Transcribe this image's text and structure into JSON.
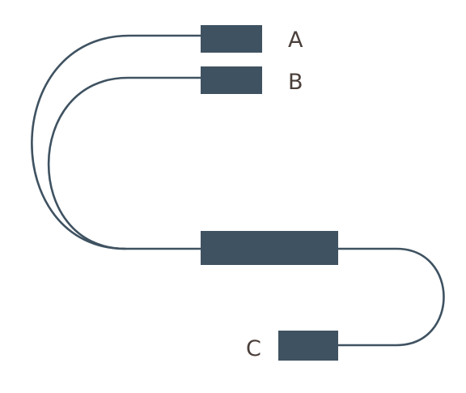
{
  "labels": {
    "a": "A",
    "b": "B",
    "c": "C"
  },
  "colors": {
    "block": "#3f5261",
    "wire": "#3f5261",
    "label": "#4a3f3a",
    "background": "#ffffff"
  }
}
